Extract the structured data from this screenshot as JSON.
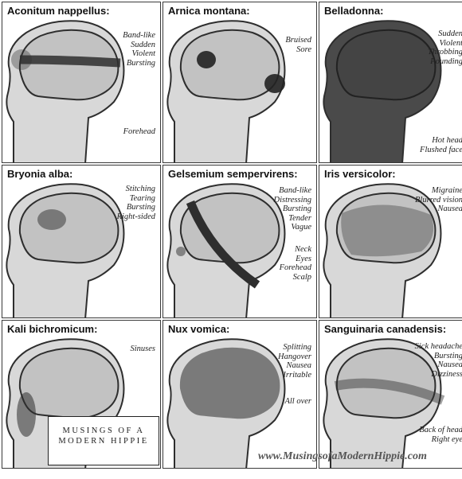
{
  "panels": [
    {
      "title": "Aconitum nappellus:",
      "symptoms": [
        "Band-like",
        "Sudden",
        "Violent",
        "Bursting"
      ],
      "locations": [
        "Forehead"
      ]
    },
    {
      "title": "Arnica montana:",
      "symptoms": [
        "Bruised",
        "Sore"
      ],
      "locations": []
    },
    {
      "title": "Belladonna:",
      "symptoms": [
        "Sudden",
        "Violent",
        "Throbbing",
        "Pounding"
      ],
      "locations": [
        "Hot head",
        "Flushed face"
      ]
    },
    {
      "title": "Bryonia alba:",
      "symptoms": [
        "Stitching",
        "Tearing",
        "Bursting",
        "Right-sided"
      ],
      "locations": []
    },
    {
      "title": "Gelsemium sempervirens:",
      "symptoms": [
        "Band-like",
        "Distressing",
        "Bursting",
        "Tender",
        "Vague"
      ],
      "locations": [
        "Neck",
        "Eyes",
        "Forehead",
        "Scalp"
      ]
    },
    {
      "title": "Iris versicolor:",
      "symptoms": [
        "Migraine",
        "Blurred vision",
        "Nausea"
      ],
      "locations": []
    },
    {
      "title": "Kali bichromicum:",
      "symptoms": [
        "Sinuses"
      ],
      "locations": []
    },
    {
      "title": "Nux vomica:",
      "symptoms": [
        "Splitting",
        "Hangover",
        "Nausea",
        "Irritable"
      ],
      "locations": [
        "All over"
      ]
    },
    {
      "title": "Sanguinaria canadensis:",
      "symptoms": [
        "Sick headache",
        "Bursting",
        "Nausea",
        "Dizziness"
      ],
      "locations": [
        "Back of head",
        "Right eye"
      ]
    }
  ],
  "logo": {
    "line1": "MUSINGS OF A",
    "line2": "MODERN HIPPIE"
  },
  "watermark": "www.MusingsofaModernHippie.com",
  "colors": {
    "head_fill": "#d8d8d8",
    "brain_fill": "#bdbdbd",
    "outline": "#2e2e2e",
    "dark_head": "#4a4a4a",
    "pain": "#3a3a3a"
  }
}
